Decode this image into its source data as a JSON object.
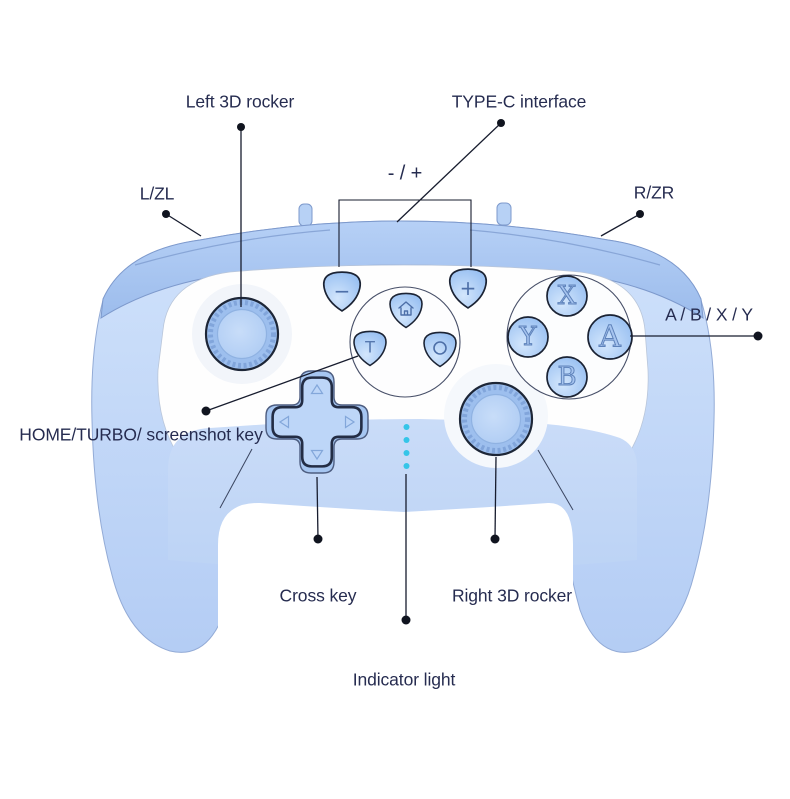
{
  "diagram": {
    "subject": "Wireless game controller annotated diagram",
    "background": "#ffffff"
  },
  "callouts": {
    "left_rocker": {
      "label": "Left 3D rocker"
    },
    "type_c": {
      "label": "TYPE-C interface"
    },
    "minus_plus": {
      "label": "- / +"
    },
    "l_zl": {
      "label": "L/ZL"
    },
    "r_zr": {
      "label": "R/ZR"
    },
    "abxy": {
      "label": "A / B / X / Y"
    },
    "home_turbo": {
      "label": "HOME/TURBO/ screenshot key"
    },
    "cross_key": {
      "label": "Cross key"
    },
    "right_rocker": {
      "label": "Right 3D rocker"
    },
    "indicator": {
      "label": "Indicator light"
    }
  },
  "controller": {
    "buttons": {
      "minus": "−",
      "plus": "+",
      "turbo": "T",
      "abxy": {
        "x": "X",
        "y": "Y",
        "a": "A",
        "b": "B"
      }
    },
    "indicator_light": {
      "count": 4,
      "color": "#35c5e8"
    }
  },
  "colors": {
    "label_text": "#262c50",
    "callout_line": "#171c2e",
    "body_blue": "#a7c4ef",
    "grip_blue": "#c6dbf8",
    "band_blue": "#c2d8f7",
    "button_blue": "#a9cbf3",
    "outline_navy": "#1d2637",
    "face_white": "#ffffff"
  }
}
